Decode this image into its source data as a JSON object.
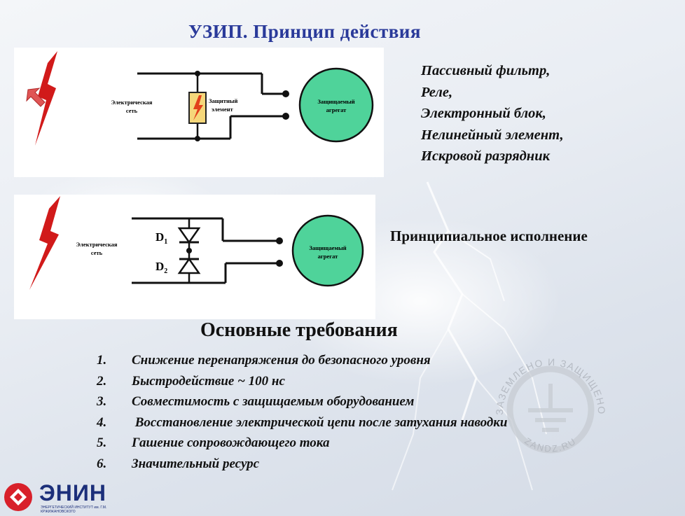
{
  "title": "УЗИП. Принцип действия",
  "diagram1": {
    "network_label_1": "Электрическая",
    "network_label_2": "сеть",
    "element_label_1": "Защитный",
    "element_label_2": "элемент",
    "load_label_1": "Защищаемый",
    "load_label_2": "агрегат"
  },
  "types": [
    "Пассивный фильтр,",
    "Реле,",
    "Электронный блок,",
    "Нелинейный элемент,",
    "Искровой разрядник"
  ],
  "diagram2": {
    "network_label_1": "Электрическая",
    "network_label_2": "сеть",
    "d1": "D",
    "d1_sub": "1",
    "d2": "D",
    "d2_sub": "2",
    "load_label_1": "Защищаемый",
    "load_label_2": "агрегат"
  },
  "principal_label": "Принципиальное исполнение",
  "requirements_title": "Основные требования",
  "requirements": [
    {
      "num": "1.",
      "text": "Снижение перенапряжения до безопасного уровня"
    },
    {
      "num": "2.",
      "text": "Быстродействие  ~ 100 нс"
    },
    {
      "num": "3.",
      "text": "Совместимость с защищаемым оборудованием"
    },
    {
      "num": "4.",
      "text": " Восстановление электрической цепи после затухания наводки"
    },
    {
      "num": "5.",
      "text": "Гашение сопровождающего тока"
    },
    {
      "num": "6.",
      "text": "Значительный ресурс"
    }
  ],
  "logo": {
    "name": "ЭНИН",
    "subtitle": "ЭНЕРГЕТИЧЕСКИЙ ИНСТИТУТ им. Г.М. КРЖИЖАНОВСКОГО"
  },
  "watermark": {
    "text": "ЗАЗЕМЛЕНО И ЗАЩИЩЕНО",
    "site": "ZANDZ.RU"
  },
  "colors": {
    "title": "#2a3a9a",
    "load_circle": "#4fd39a",
    "bolt": "#d11a1a",
    "logo_red": "#d8202a",
    "logo_blue": "#1c2f7a"
  }
}
